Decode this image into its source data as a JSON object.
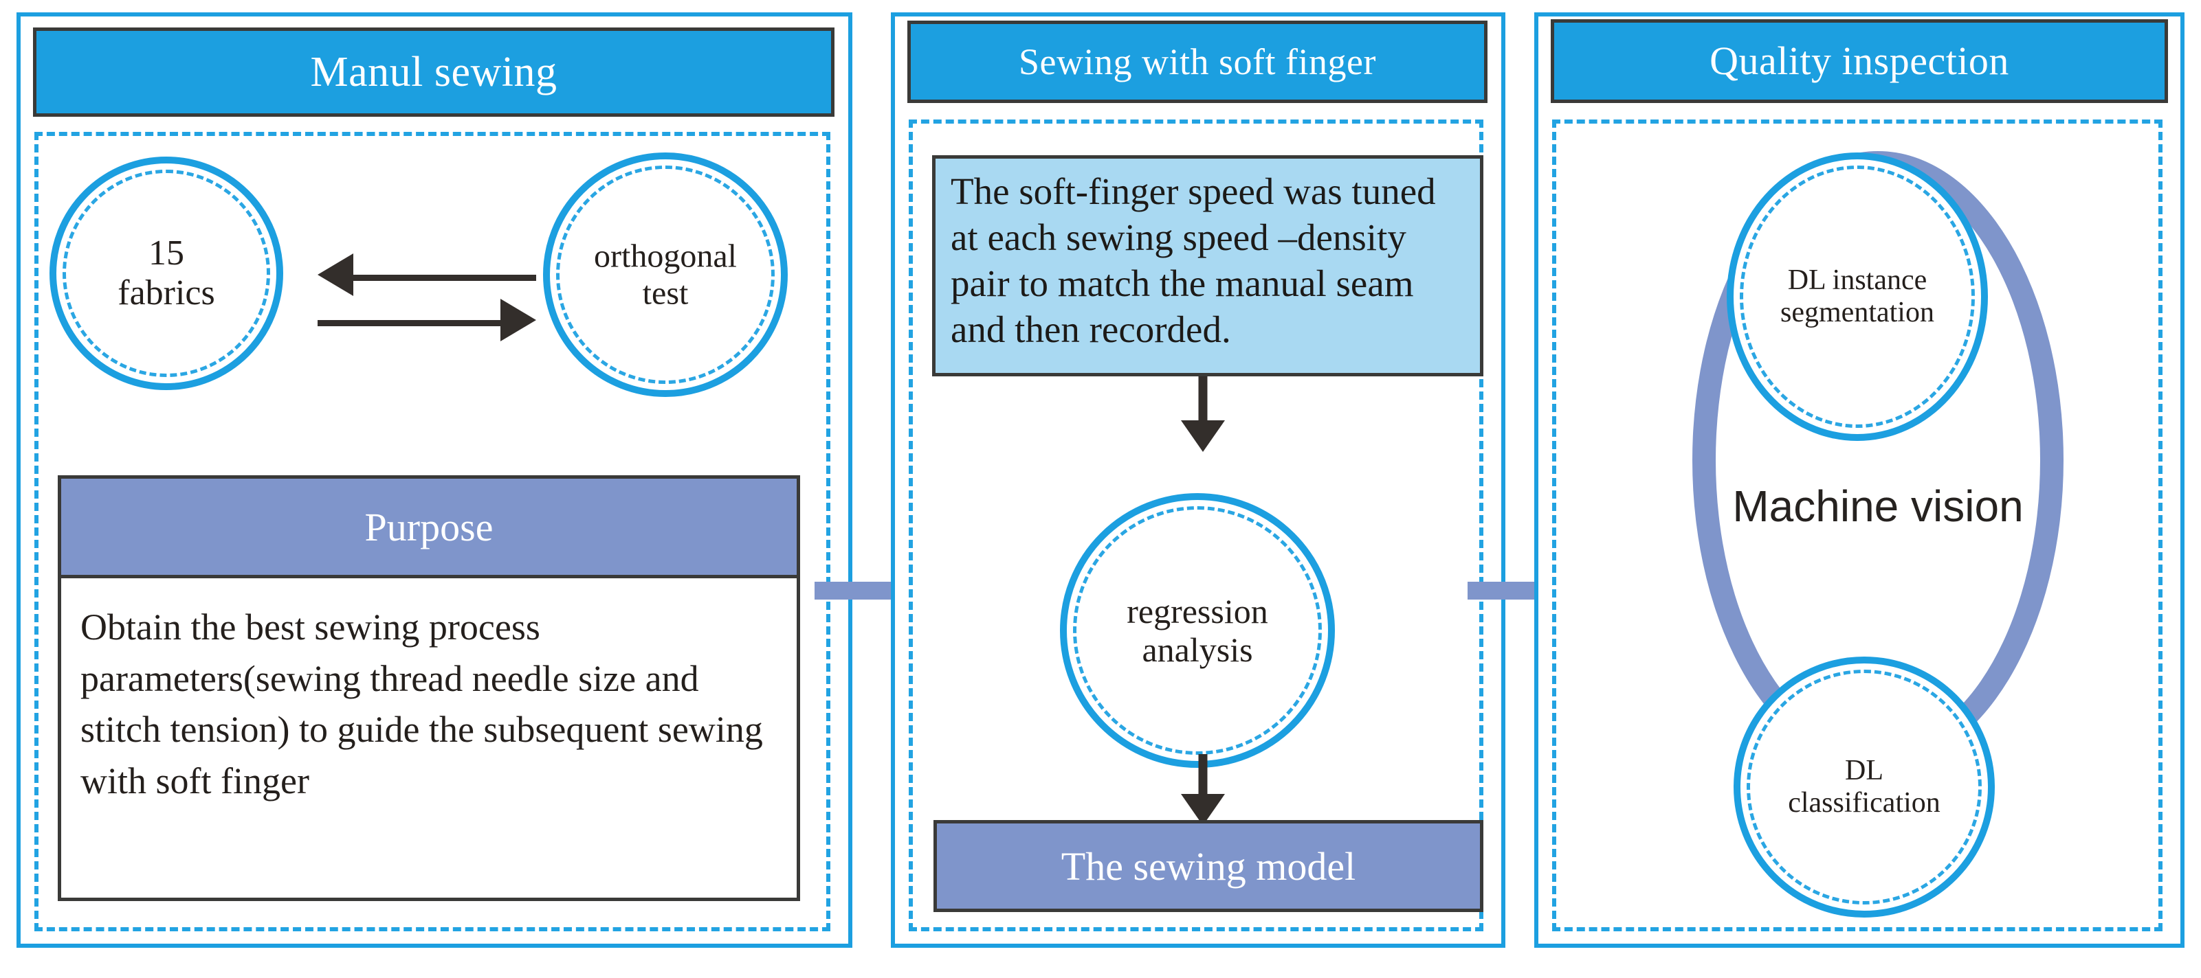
{
  "diagram": {
    "title": "Sewing process research workflow",
    "colors": {
      "panel_border_blue": "#1c9fe0",
      "header_blue": "#1c9fe0",
      "slate_blue": "#7f95cb",
      "light_blue_box": "#a9d9f2",
      "outline_dark": "#3a3a38",
      "text_dark": "#241f1c"
    }
  },
  "panels": [
    {
      "id": "manual-sewing",
      "header": "Manul sewing",
      "nodes": [
        {
          "id": "fabrics",
          "line1": "15",
          "line2": "fabrics"
        },
        {
          "id": "orthogonal-test",
          "line1": "orthogonal",
          "line2": "test"
        }
      ],
      "relation": {
        "left_arrow": "orthogonal test to 15 fabrics",
        "right_arrow": "15 fabrics to orthogonal test"
      },
      "purpose": {
        "title": "Purpose",
        "body": "Obtain the best sewing process parameters(sewing thread needle size and stitch tension) to guide the subsequent sewing with soft finger"
      }
    },
    {
      "id": "sewing-soft-finger",
      "header": "Sewing with soft finger",
      "statement": "The soft-finger speed was tuned at each sewing speed –density pair to match the manual seam and then recorded.",
      "node": {
        "id": "regression-analysis",
        "line1": "regression",
        "line2": "analysis"
      },
      "result": "The sewing model"
    },
    {
      "id": "quality-inspection",
      "header": "Quality inspection",
      "ring_label": "Machine vision",
      "nodes": [
        {
          "id": "dl-instance-segmentation",
          "line1": "DL instance",
          "line2": "segmentation"
        },
        {
          "id": "dl-classification",
          "line1": "DL",
          "line2": "classification"
        }
      ]
    }
  ],
  "connectors": [
    {
      "id": "connector-1",
      "from": "manual-sewing",
      "to": "sewing-soft-finger",
      "direction": "right"
    },
    {
      "id": "connector-2",
      "from": "sewing-soft-finger",
      "to": "quality-inspection",
      "direction": "right"
    }
  ]
}
